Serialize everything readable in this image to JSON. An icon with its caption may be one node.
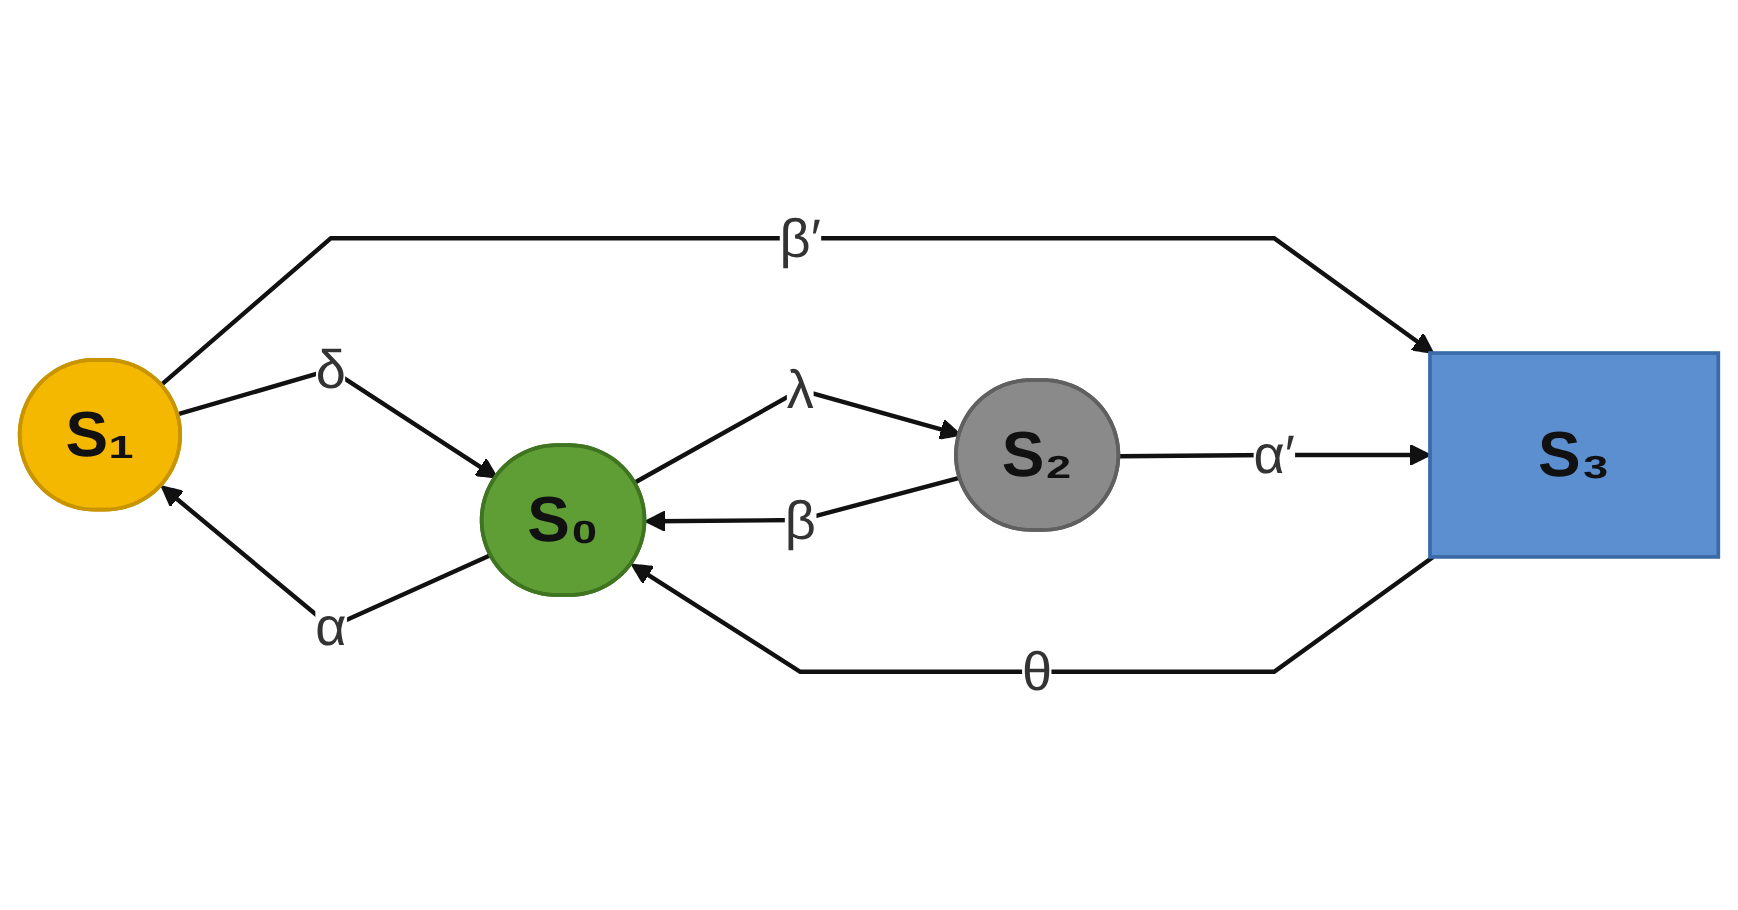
{
  "diagram": {
    "nodes": [
      {
        "text": [
          "S₁"
        ]
      },
      {
        "text": [
          "S₀"
        ]
      },
      {
        "text": [
          "S₃"
        ]
      },
      {
        "text": [
          "S₂"
        ]
      }
    ],
    "edges": [
      {
        "from": 0,
        "to": 1,
        "arrow": "to",
        "label": "δ"
      },
      {
        "from": 1,
        "to": 0,
        "arrow": "to",
        "label": "α"
      },
      {
        "from": 0,
        "to": 2,
        "arrow": "to",
        "label": "β′"
      },
      {
        "from": 2,
        "to": 1,
        "arrow": "to",
        "label": "θ"
      },
      {
        "from": 3,
        "to": 1,
        "arrow": "to",
        "label": "β"
      },
      {
        "from": 1,
        "to": 3,
        "arrow": "to",
        "label": "λ"
      },
      {
        "from": 3,
        "to": 2,
        "arrow": "to",
        "label": "α′"
      }
    ]
  }
}
